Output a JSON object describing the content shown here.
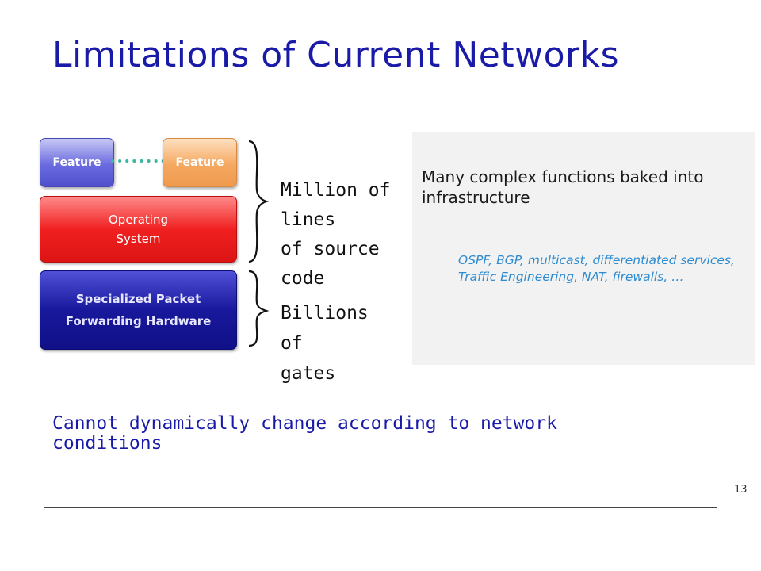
{
  "slide": {
    "title": "Limitations of Current Networks",
    "page_number": "13"
  },
  "stack": {
    "feature_left": "Feature",
    "feature_right": "Feature",
    "os_line1": "Operating",
    "os_line2": "System",
    "hw_line1": "Specialized Packet",
    "hw_line2": "Forwarding Hardware"
  },
  "annotations": {
    "million_lines": [
      "Million of",
      "lines",
      "of source",
      "code"
    ],
    "billions_lines": [
      "Billions of",
      "gates"
    ]
  },
  "panel": {
    "main_text": "Many complex functions baked into infrastructure",
    "sub_text": "OSPF, BGP, multicast, differentiated services, Traffic Engineering, NAT, firewalls, …"
  },
  "bottom_note": "Cannot dynamically change according to network conditions",
  "colors": {
    "title": "#1a1aa8",
    "feature_left": "#6a6ae0",
    "feature_right": "#f5a860",
    "os": "#f02020",
    "hardware": "#18189c",
    "dots": "#3cb8a0",
    "panel_sub": "#2e8bd0"
  }
}
